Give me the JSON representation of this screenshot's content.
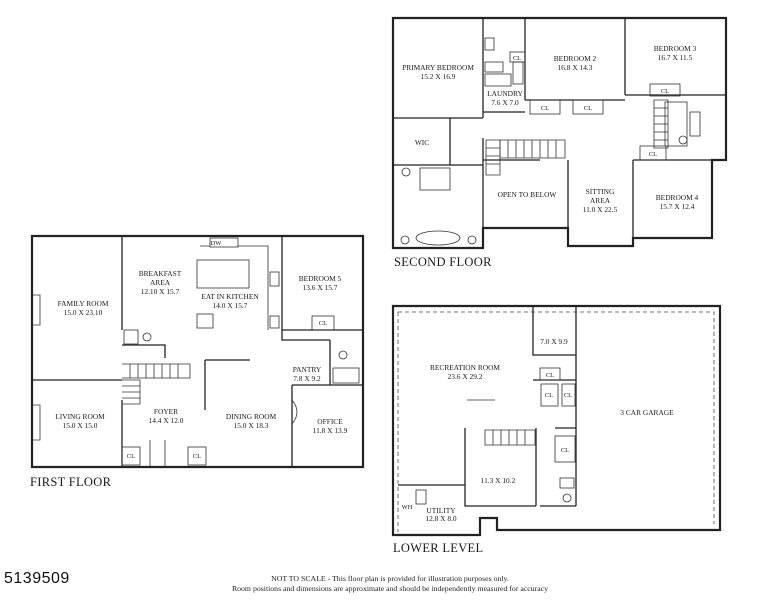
{
  "listing_id": "5139509",
  "disclaimer": {
    "line1": "NOT TO SCALE - This floor plan is provided for illustration purposes only.",
    "line2": "Room positions and dimensions are approximate and should be independently measured for accuracy"
  },
  "floors": {
    "first": "FIRST FLOOR",
    "second": "SECOND FLOOR",
    "lower": "LOWER LEVEL"
  },
  "rooms": {
    "first": {
      "breakfast": {
        "name": "BREAKFAST",
        "name2": "AREA",
        "dim": "12.10 X 15.7"
      },
      "eat_in_kitchen": {
        "name": "EAT IN KITCHEN",
        "dim": "14.0 X 15.7"
      },
      "bedroom5": {
        "name": "BEDROOM 5",
        "dim": "13.6 X 15.7"
      },
      "family_room": {
        "name": "FAMILY ROOM",
        "dim": "15.0 X 23.10"
      },
      "pantry": {
        "name": "PANTRY",
        "dim": "7.8 X 9.2"
      },
      "living_room": {
        "name": "LIVING ROOM",
        "dim": "15.0 X 15.0"
      },
      "foyer": {
        "name": "FOYER",
        "dim": "14.4 X 12.0"
      },
      "dining_room": {
        "name": "DINING ROOM",
        "dim": "15.0 X 18.3"
      },
      "office": {
        "name": "OFFICE",
        "dim": "11.8 X 13.9"
      }
    },
    "second": {
      "primary_bedroom": {
        "name": "PRIMARY BEDROOM",
        "dim": "15.2 X 16.9"
      },
      "bedroom2": {
        "name": "BEDROOM 2",
        "dim": "16.8 X 14.3"
      },
      "bedroom3": {
        "name": "BEDROOM 3",
        "dim": "16.7 X 11.5"
      },
      "laundry": {
        "name": "LAUNDRY",
        "dim": "7.6 X 7.0"
      },
      "wic": {
        "name": "WIC"
      },
      "open_below": {
        "name": "OPEN TO BELOW"
      },
      "sitting_area": {
        "name": "SITTING",
        "name2": "AREA",
        "dim": "11.0 X 22.5"
      },
      "bedroom4": {
        "name": "BEDROOM 4",
        "dim": "15.7 X 12.4"
      }
    },
    "lower": {
      "small_room": {
        "dim": "7.0 X 9.9"
      },
      "recreation_room": {
        "name": "RECREATION ROOM",
        "dim": "23.6 X 29.2"
      },
      "garage": {
        "name": "3 CAR GARAGE"
      },
      "room_113": {
        "dim": "11.3 X 10.2"
      },
      "utility": {
        "name": "UTILITY",
        "dim": "12.8 X 8.0"
      }
    }
  },
  "labels": {
    "closet": "CL",
    "dishwasher": "DW",
    "water_heater": "WH"
  }
}
